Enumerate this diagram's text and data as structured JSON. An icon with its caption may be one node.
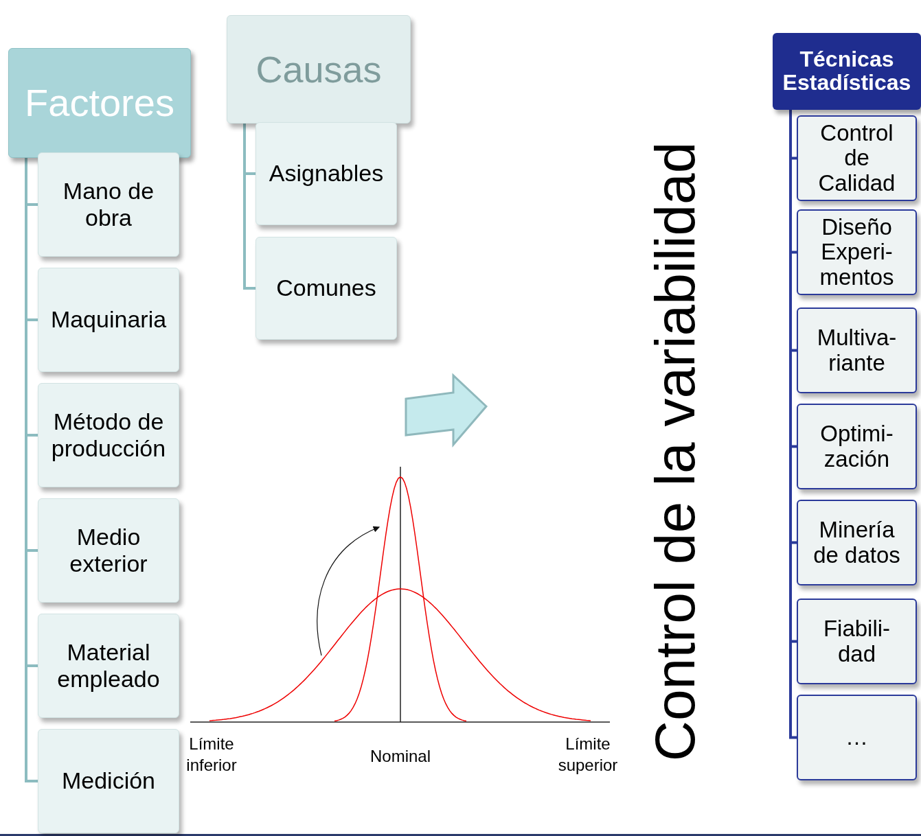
{
  "diagram": {
    "nodes": [
      {
        "text": [
          "Factores"
        ]
      },
      {
        "text": [
          "Mano de obra"
        ]
      },
      {
        "text": [
          "Maquinaria"
        ]
      },
      {
        "text": [
          "Método de producción"
        ]
      },
      {
        "text": [
          "Medio exterior"
        ]
      },
      {
        "text": [
          "Material empleado"
        ]
      },
      {
        "text": [
          "Medición"
        ]
      },
      {
        "text": [
          "Causas"
        ]
      },
      {
        "text": [
          "Asignables"
        ]
      },
      {
        "text": [
          "Comunes"
        ]
      },
      {
        "text": [
          "Técnicas Estadísticas"
        ]
      },
      {
        "text": [
          "Control de Calidad"
        ]
      },
      {
        "text": [
          "Diseño Experi- mentos"
        ]
      },
      {
        "text": [
          "Multiva- riante"
        ]
      },
      {
        "text": [
          "Optimi- zación"
        ]
      },
      {
        "text": [
          "Minería de datos"
        ]
      },
      {
        "text": [
          "Fiabili- dad"
        ]
      },
      {
        "text": [
          "…"
        ]
      }
    ],
    "edges": [
      {
        "from": 0,
        "to": 1,
        "arrow": "none"
      },
      {
        "from": 0,
        "to": 2,
        "arrow": "none"
      },
      {
        "from": 0,
        "to": 3,
        "arrow": "none"
      },
      {
        "from": 0,
        "to": 4,
        "arrow": "none"
      },
      {
        "from": 0,
        "to": 5,
        "arrow": "none"
      },
      {
        "from": 0,
        "to": 6,
        "arrow": "none"
      },
      {
        "from": 7,
        "to": 8,
        "arrow": "none"
      },
      {
        "from": 7,
        "to": 9,
        "arrow": "none"
      },
      {
        "from": 10,
        "to": 11,
        "arrow": "none",
        "color": "#2b3a9a"
      },
      {
        "from": 10,
        "to": 12,
        "arrow": "none",
        "color": "#2b3a9a"
      },
      {
        "from": 10,
        "to": 13,
        "arrow": "none",
        "color": "#2b3a9a"
      },
      {
        "from": 10,
        "to": 14,
        "arrow": "none",
        "color": "#2b3a9a"
      },
      {
        "from": 10,
        "to": 15,
        "arrow": "none",
        "color": "#2b3a9a"
      },
      {
        "from": 10,
        "to": 16,
        "arrow": "none",
        "color": "#2b3a9a"
      },
      {
        "from": 10,
        "to": 17,
        "arrow": "none",
        "color": "#2b3a9a"
      }
    ],
    "labels": [
      "Control de la variabilidad",
      "Límite inferior",
      "Nominal",
      "Límite superior"
    ]
  }
}
